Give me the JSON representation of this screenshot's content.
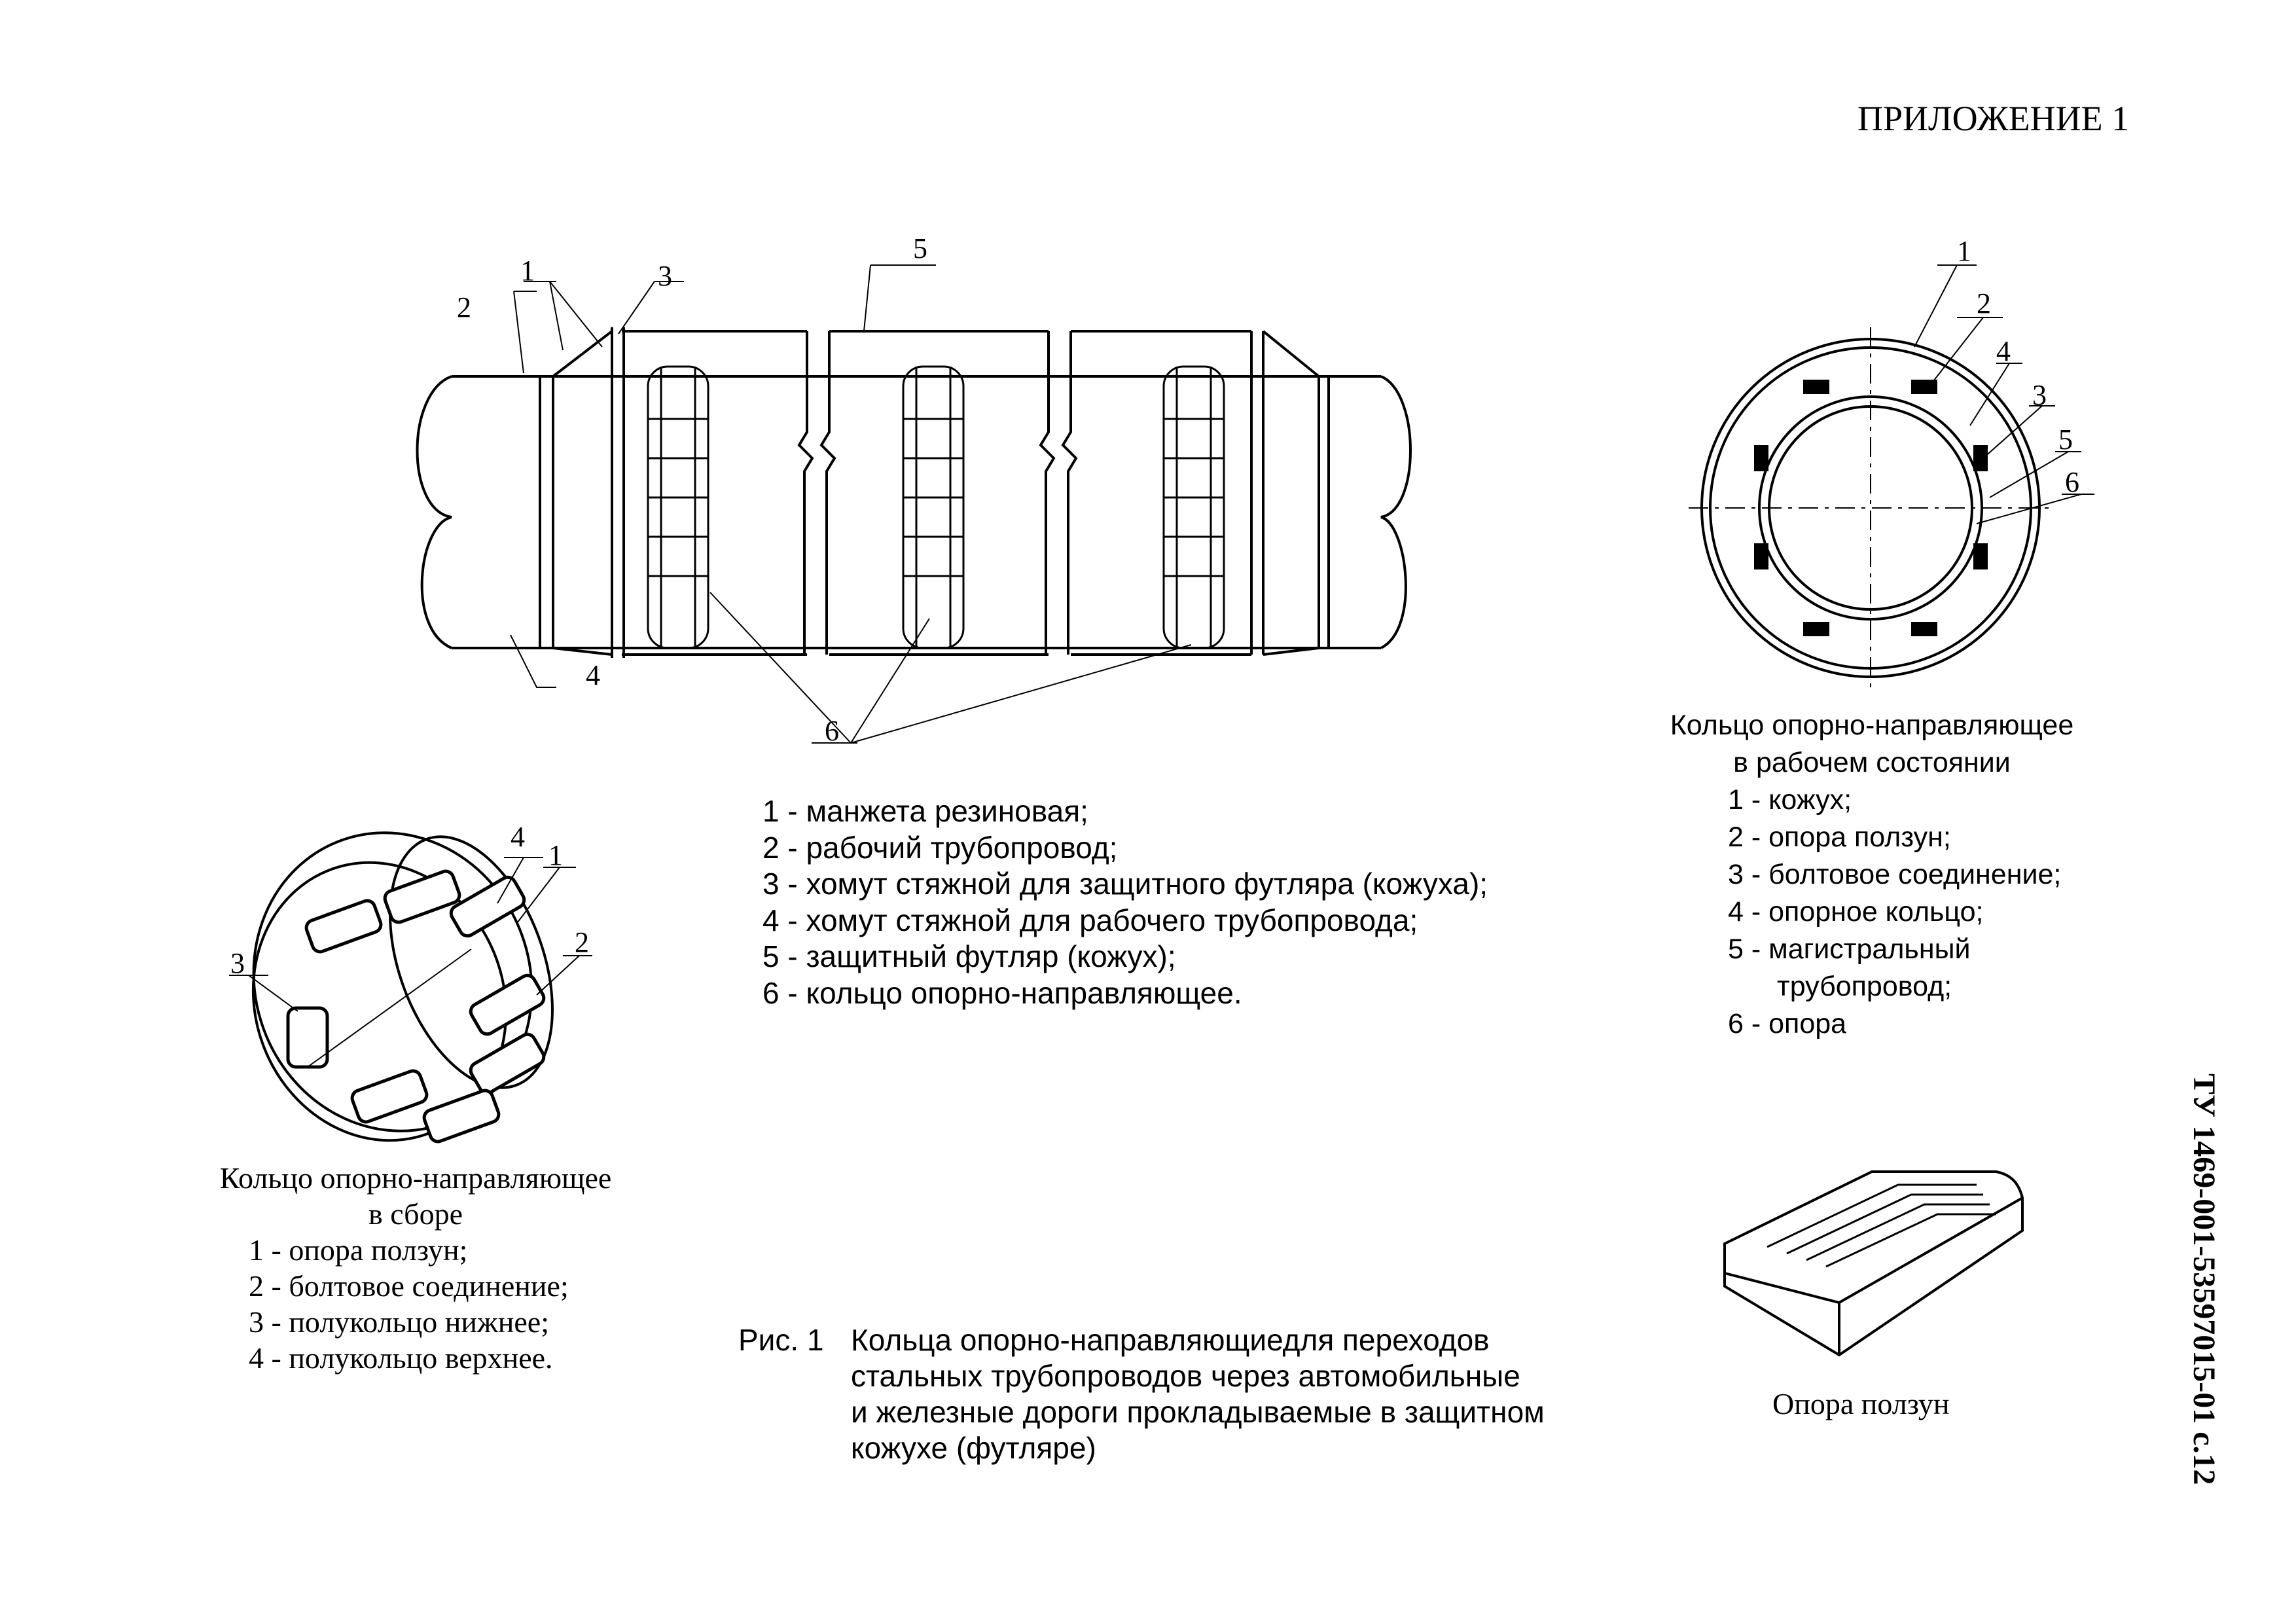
{
  "header": {
    "appendix": "ПРИЛОЖЕНИЕ 1"
  },
  "pipe_drawing": {
    "callouts": [
      "1",
      "2",
      "3",
      "4",
      "5",
      "6"
    ]
  },
  "pipe_legend": [
    "1 - манжета резиновая;",
    "2 - рабочий трубопровод;",
    "3 - хомут стяжной для защитного футляра (кожуха);",
    "4 - хомут стяжной для рабочего трубопровода;",
    "5 - защитный футляр (кожух);",
    "6 - кольцо опорно-направляющее."
  ],
  "ring_working": {
    "callouts": [
      "1",
      "2",
      "4",
      "3",
      "5",
      "6"
    ],
    "title": [
      "Кольцо опорно-направляющее",
      "в рабочем состоянии"
    ],
    "items": [
      "1 - кожух;",
      "2 - опора ползун;",
      "3 - болтовое соединение;",
      "4 - опорное кольцо;",
      "5 - магистральный",
      "трубопровод;",
      "6 - опора"
    ]
  },
  "ring_assembly": {
    "callouts": [
      "4",
      "1",
      "3",
      "2"
    ],
    "title": [
      "Кольцо опорно-направляющее",
      "в сборе"
    ],
    "items": [
      "1 - опора ползун;",
      "2 - болтовое соединение;",
      "3 - полукольцо нижнее;",
      "4 - полукольцо верхнее."
    ]
  },
  "figure_caption": {
    "number": "Рис. 1",
    "lines": [
      "Кольца опорно-направляющиедля переходов",
      "стальных трубопроводов через автомобильные",
      "и железные дороги прокладываемые в защитном",
      "кожухе (футляре)"
    ]
  },
  "slider": {
    "caption": "Опора ползун"
  },
  "footer": {
    "doc_code": "ТУ 1469-001-53597015-01 с.12"
  }
}
